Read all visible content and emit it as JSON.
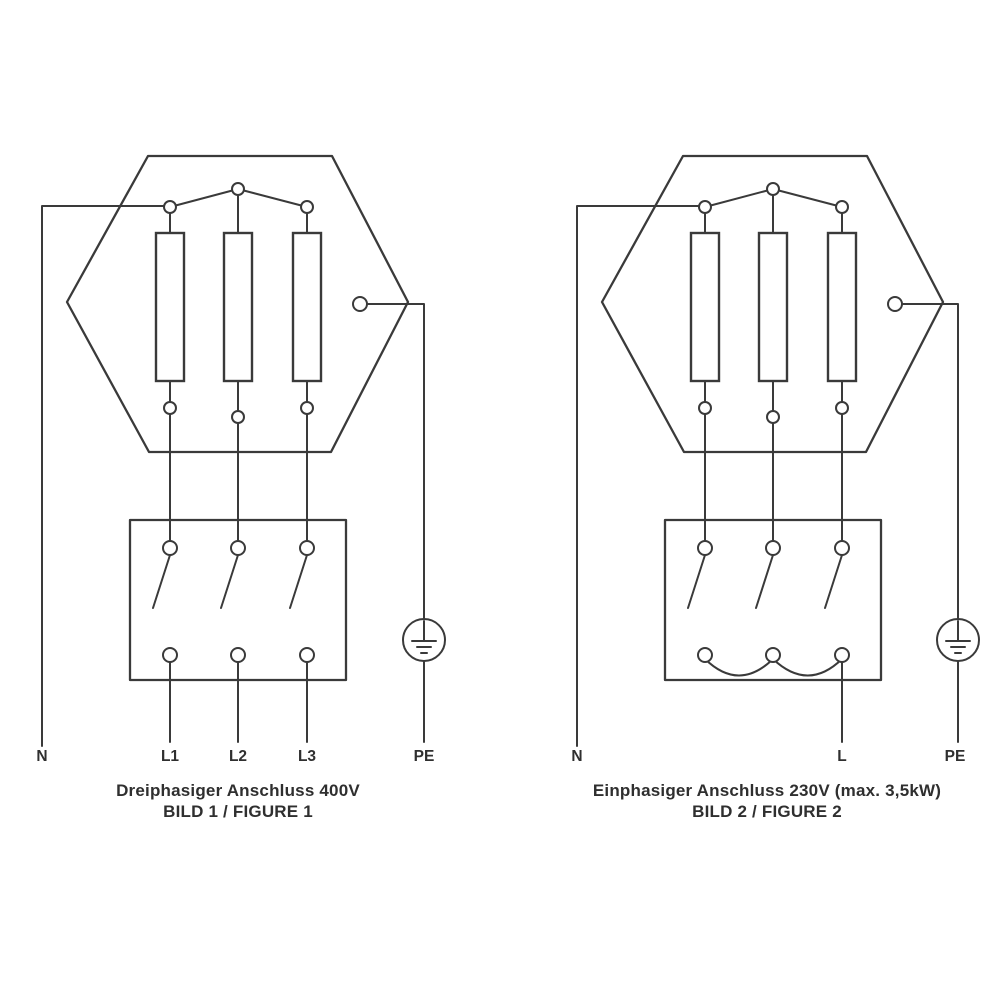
{
  "diagram": {
    "background": "#ffffff",
    "line_color": "#3a3a3a"
  },
  "figures": [
    {
      "name": "three-phase-connection",
      "caption_line1": "Dreiphasiger Anschluss 400V",
      "caption_line2": "BILD 1 / FIGURE 1",
      "labels": {
        "neutral": "N",
        "l1": "L1",
        "l2": "L2",
        "l3": "L3",
        "pe": "PE"
      }
    },
    {
      "name": "single-phase-connection",
      "caption_line1": "Einphasiger Anschluss 230V (max. 3,5kW)",
      "caption_line2": "BILD 2 / FIGURE 2",
      "labels": {
        "neutral": "N",
        "l": "L",
        "pe": "PE"
      }
    }
  ]
}
